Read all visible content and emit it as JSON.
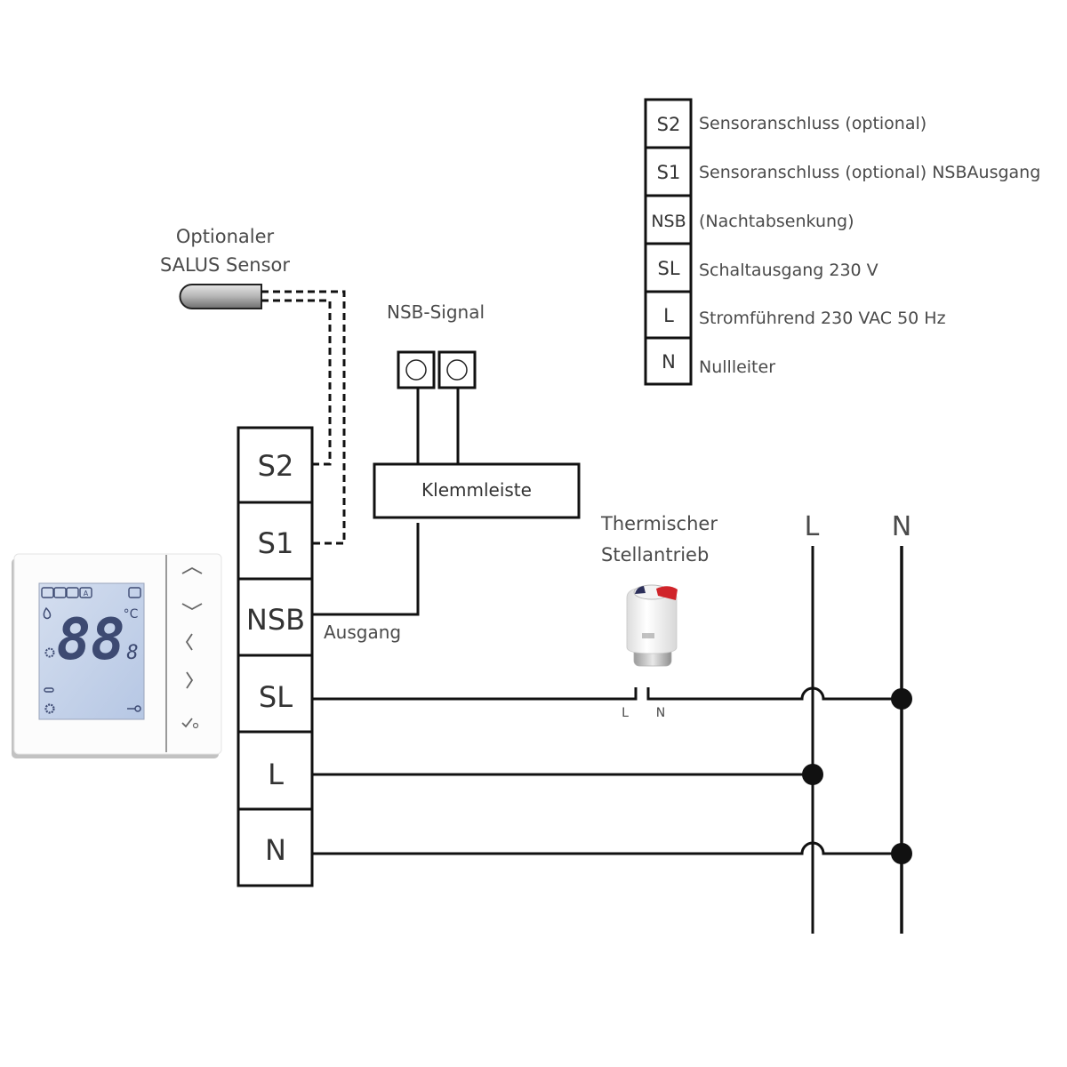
{
  "legend": {
    "rows": [
      {
        "terminal": "S2",
        "description": "Sensoranschluss (optional)"
      },
      {
        "terminal": "S1",
        "description": "Sensoranschluss (optional) NSBAusgang"
      },
      {
        "terminal": "NSB",
        "description": "(Nachtabsenkung)"
      },
      {
        "terminal": "SL",
        "description": "Schaltausgang 230 V"
      },
      {
        "terminal": "L",
        "description": "Stromführend 230 VAC 50 Hz"
      },
      {
        "terminal": "N",
        "description": "Nullleiter"
      }
    ]
  },
  "sensor": {
    "label_line1": "Optionaler",
    "label_line2": "SALUS Sensor"
  },
  "nsb_signal": {
    "label": "NSB-Signal",
    "terminal_block_label": "Klemmleiste",
    "output_label": "Ausgang"
  },
  "terminal_strip": {
    "terminals": [
      "S2",
      "S1",
      "NSB",
      "SL",
      "L",
      "N"
    ]
  },
  "actuator": {
    "label_line1": "Thermischer",
    "label_line2": "Stellantrieb",
    "pin_l": "L",
    "pin_n": "N"
  },
  "mains": {
    "line_label": "L",
    "neutral_label": "N"
  },
  "thermostat": {
    "display_digits": "88",
    "display_decimal": "8",
    "display_unit": "°C",
    "buttons": [
      "up-arrow",
      "down-arrow",
      "left-arrow",
      "right-arrow",
      "confirm"
    ],
    "lcd_color": "#c9d6ee",
    "segment_color": "#3d4a72"
  },
  "colors": {
    "wire": "#111111",
    "text": "#4a4a4a"
  }
}
